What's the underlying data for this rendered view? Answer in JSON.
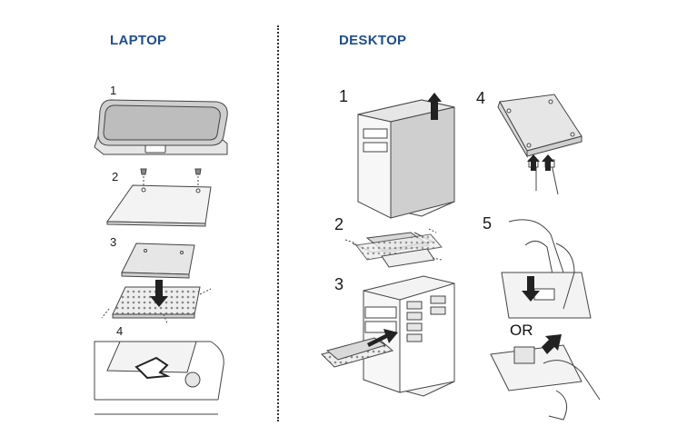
{
  "sections": {
    "laptop": {
      "title": "LAPTOP",
      "steps": [
        "1",
        "2",
        "3",
        "4"
      ]
    },
    "desktop": {
      "title": "DESKTOP",
      "steps": [
        "1",
        "2",
        "3",
        "4",
        "5"
      ],
      "alt_text": "OR"
    }
  },
  "colors": {
    "heading": "#1f4e8c",
    "line": "#444444",
    "fill": "#f3f3f3",
    "shade": "#d9d9d9",
    "arrow": "#222222"
  }
}
